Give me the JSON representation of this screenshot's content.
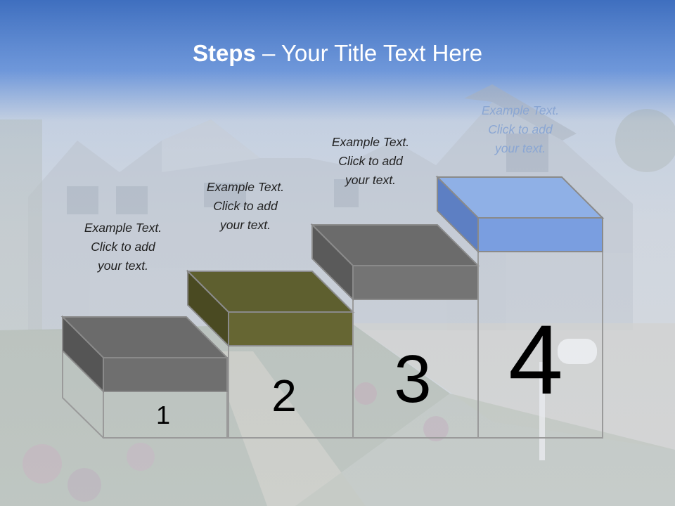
{
  "slide": {
    "title_bold": "Steps",
    "title_rest": " – Your Title Text Here"
  },
  "steps": [
    {
      "number": "1",
      "text": "Example Text.\nClick  to add\nyour text.",
      "top_color": "#6b6b6b",
      "side_color": "#555555",
      "front_color": "#6f6f6f"
    },
    {
      "number": "2",
      "text": "Example Text.\nClick  to add\nyour text.",
      "top_color": "#5e5f2f",
      "side_color": "#4a4a22",
      "front_color": "#666633"
    },
    {
      "number": "3",
      "text": "Example Text.\nClick  to add\nyour text.",
      "top_color": "#6b6b6b",
      "side_color": "#5a5a5a",
      "front_color": "#747474"
    },
    {
      "number": "4",
      "text": "Example Text.\nClick  to add\nyour text.",
      "top_color": "#8fb0e6",
      "side_color": "#5d7fc3",
      "front_color": "#7a9ee0"
    }
  ]
}
